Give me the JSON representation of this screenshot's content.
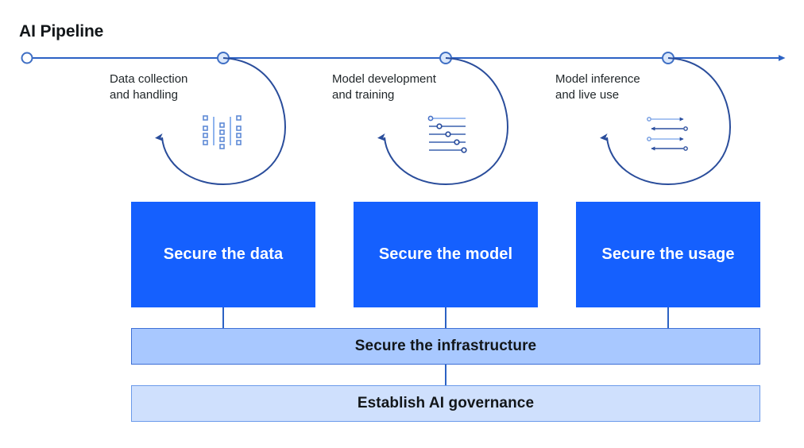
{
  "title": "AI Pipeline",
  "colors": {
    "timeline": "#2c62c4",
    "node_fill": "#dbe8fb",
    "node_stroke": "#3f6fc4",
    "loop_arrow": "#2a4d9b",
    "icon_light": "#8fb4ee",
    "icon_dark": "#2c4f9e",
    "card_blue": "#1560fe",
    "card_text": "#ffffff",
    "bar_infra_fill": "#a8c8ff",
    "bar_infra_border": "#3d6fd6",
    "bar_gov_fill": "#cfe0fd",
    "bar_gov_border": "#6b9aea",
    "connector": "#2c62c4",
    "heading_text": "#121619"
  },
  "timeline": {
    "start_marker": "hollow-circle",
    "end_marker": "arrowhead-right",
    "nodes": [
      {
        "id": "node-start",
        "label": ""
      },
      {
        "id": "node-data",
        "label": "Data collection and handling"
      },
      {
        "id": "node-model",
        "label": "Model development and training"
      },
      {
        "id": "node-inference",
        "label": "Model inference and live use"
      }
    ]
  },
  "stages": [
    {
      "id": "data-collection",
      "label": "Data collection\nand handling",
      "icon": "data-columns-icon",
      "loop": "clockwise-loop-arrow"
    },
    {
      "id": "model-development",
      "label": "Model development\nand training",
      "icon": "sliders-icon",
      "loop": "clockwise-loop-arrow"
    },
    {
      "id": "model-inference",
      "label": "Model inference\nand live use",
      "icon": "bidirectional-arrows-icon",
      "loop": "clockwise-loop-arrow"
    }
  ],
  "secure_cards": [
    {
      "id": "secure-data",
      "label": "Secure the data"
    },
    {
      "id": "secure-model",
      "label": "Secure the model"
    },
    {
      "id": "secure-usage",
      "label": "Secure the usage"
    }
  ],
  "foundation_bars": [
    {
      "id": "secure-infrastructure",
      "label": "Secure the infrastructure"
    },
    {
      "id": "establish-ai-governance",
      "label": "Establish AI governance"
    }
  ],
  "chart_data": {
    "type": "diagram",
    "title": "AI Pipeline",
    "layers": [
      {
        "name": "pipeline-timeline",
        "items": [
          "Data collection and handling",
          "Model development and training",
          "Model inference and live use"
        ]
      },
      {
        "name": "stage-controls",
        "items": [
          "Secure the data",
          "Secure the model",
          "Secure the usage"
        ]
      },
      {
        "name": "shared-layer",
        "items": [
          "Secure the infrastructure"
        ]
      },
      {
        "name": "foundation-layer",
        "items": [
          "Establish AI governance"
        ]
      }
    ]
  }
}
